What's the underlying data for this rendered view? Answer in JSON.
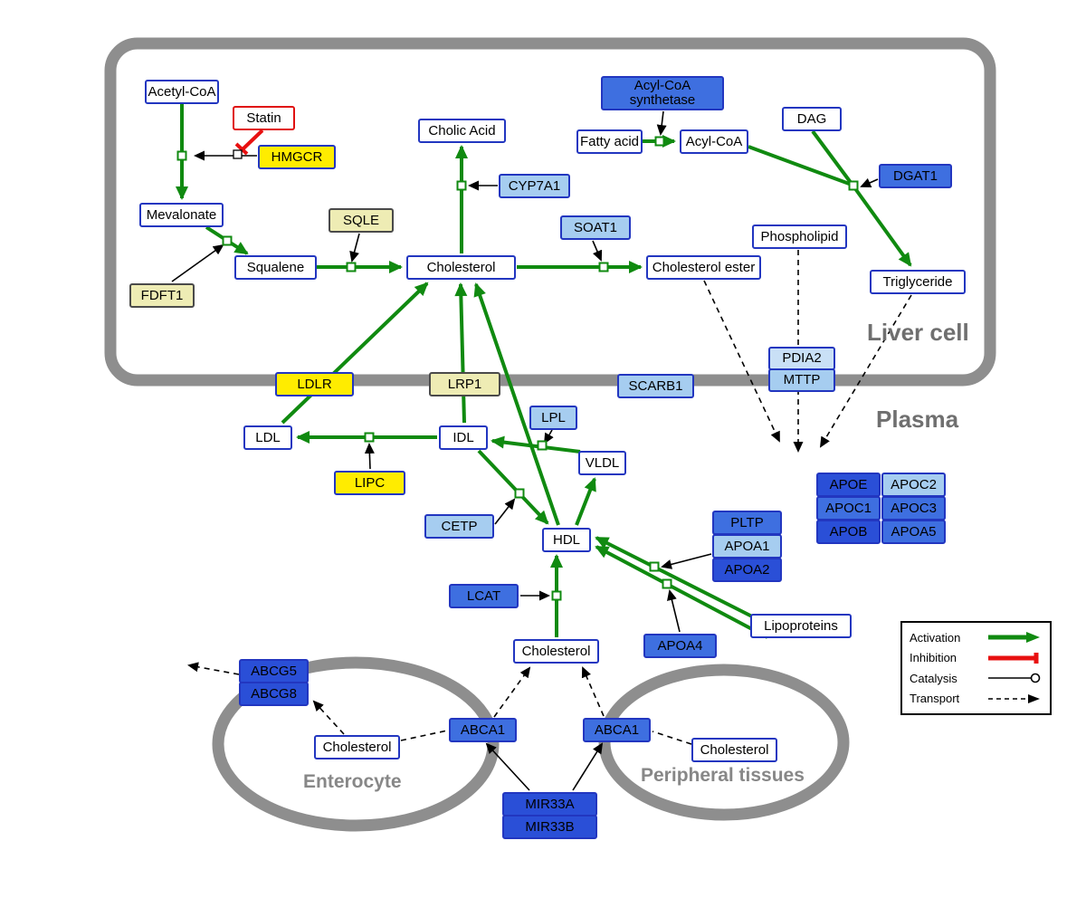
{
  "compartments": {
    "liver": "Liver cell",
    "plasma": "Plasma",
    "enterocyte": "Enterocyte",
    "peripheral": "Peripheral tissues"
  },
  "nodes": {
    "acetyl_coa": "Acetyl-CoA",
    "statin": "Statin",
    "hmgcr": "HMGCR",
    "mevalonate": "Mevalonate",
    "fdft1": "FDFT1",
    "squalene": "Squalene",
    "sqle": "SQLE",
    "cholesterol_liver": "Cholesterol",
    "cholic_acid": "Cholic Acid",
    "cyp7a1": "CYP7A1",
    "soat1": "SOAT1",
    "cholesterol_ester": "Cholesterol ester",
    "acyl_coa_synthetase": "Acyl-CoA synthetase",
    "fatty_acid": "Fatty acid",
    "acyl_coa": "Acyl-CoA",
    "dag": "DAG",
    "dgat1": "DGAT1",
    "phospholipid": "Phospholipid",
    "triglyceride": "Triglyceride",
    "pdia2": "PDIA2",
    "mttp": "MTTP",
    "ldlr": "LDLR",
    "lrp1": "LRP1",
    "scarb1": "SCARB1",
    "ldl": "LDL",
    "idl": "IDL",
    "lpl": "LPL",
    "vldl": "VLDL",
    "lipc": "LIPC",
    "cetp": "CETP",
    "hdl": "HDL",
    "pltp": "PLTP",
    "apoa1": "APOA1",
    "apoa2": "APOA2",
    "apoe": "APOE",
    "apoc2": "APOC2",
    "apoc1": "APOC1",
    "apoc3": "APOC3",
    "apob": "APOB",
    "apoa5": "APOA5",
    "lcat": "LCAT",
    "apoa4": "APOA4",
    "lipoproteins": "Lipoproteins",
    "cholesterol_plasma": "Cholesterol",
    "abcg5": "ABCG5",
    "abcg8": "ABCG8",
    "cholesterol_enterocyte": "Cholesterol",
    "abca1_left": "ABCA1",
    "abca1_right": "ABCA1",
    "cholesterol_peripheral": "Cholesterol",
    "mir33a": "MIR33A",
    "mir33b": "MIR33B"
  },
  "legend": {
    "activation": "Activation",
    "inhibition": "Inhibition",
    "catalysis": "Catalysis",
    "transport": "Transport"
  },
  "colors": {
    "activation_green": "#108a10",
    "inhibition_red": "#e81010",
    "transport_black": "#000000",
    "membrane_gray": "#8e8e8e",
    "node_border_blue": "#2236c0",
    "yellow": "#ffec00",
    "pale_yellow": "#eeecb4",
    "light_blue": "#a6cdf0",
    "mid_blue": "#3e6fe0",
    "dark_blue": "#2a4fd7"
  }
}
